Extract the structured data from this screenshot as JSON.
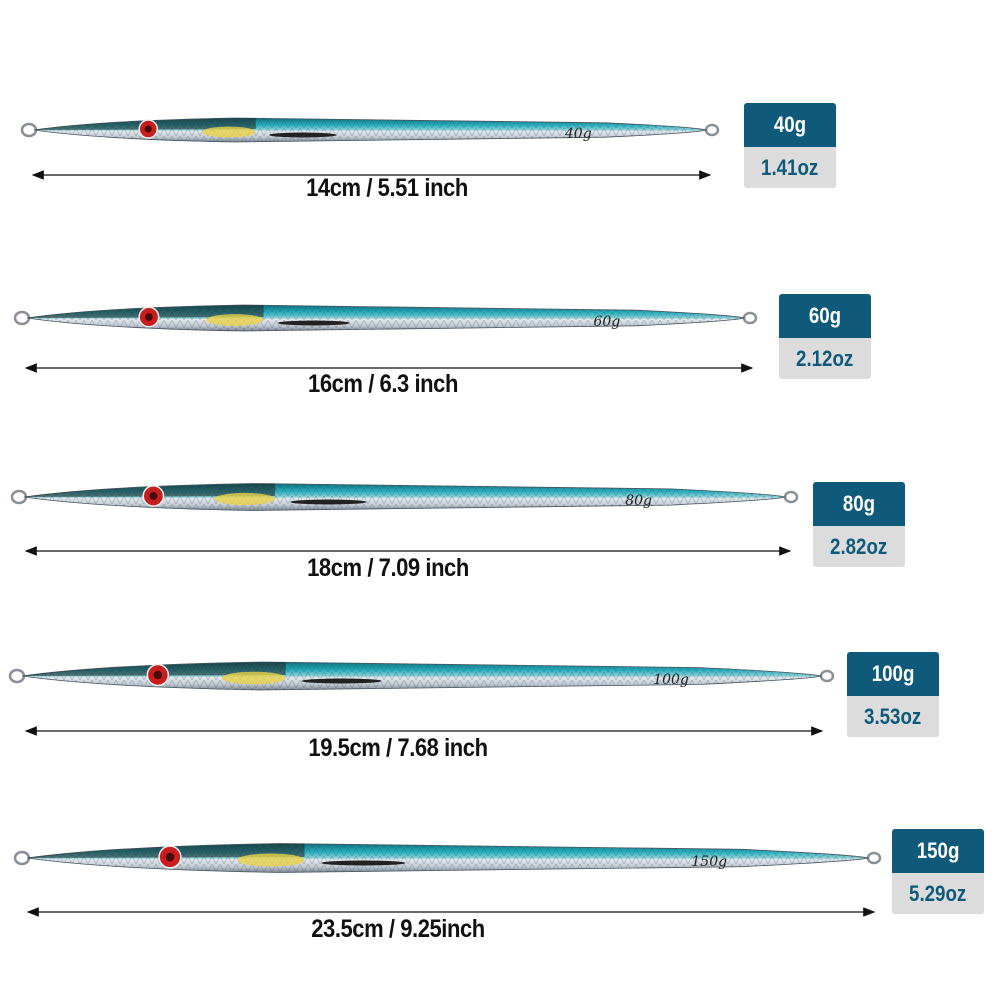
{
  "lures": [
    {
      "weight_g": "40g",
      "weight_oz": "1.41oz",
      "size": "14cm / 5.51 inch",
      "body_mark": "40g"
    },
    {
      "weight_g": "60g",
      "weight_oz": "2.12oz",
      "size": "16cm / 6.3 inch",
      "body_mark": "60g"
    },
    {
      "weight_g": "80g",
      "weight_oz": "2.82oz",
      "size": "18cm / 7.09 inch",
      "body_mark": "80g"
    },
    {
      "weight_g": "100g",
      "weight_oz": "3.53oz",
      "size": "19.5cm / 7.68 inch",
      "body_mark": "100g"
    },
    {
      "weight_g": "150g",
      "weight_oz": "5.29oz",
      "size": "23.5cm / 9.25inch",
      "body_mark": "150g"
    }
  ],
  "colors": {
    "badge_top": "#0f5a7a",
    "badge_bottom": "#dcdcdc",
    "lure_back": "#1f9aa8",
    "lure_belly": "#c8ccd4",
    "eye": "#c81e1e"
  }
}
